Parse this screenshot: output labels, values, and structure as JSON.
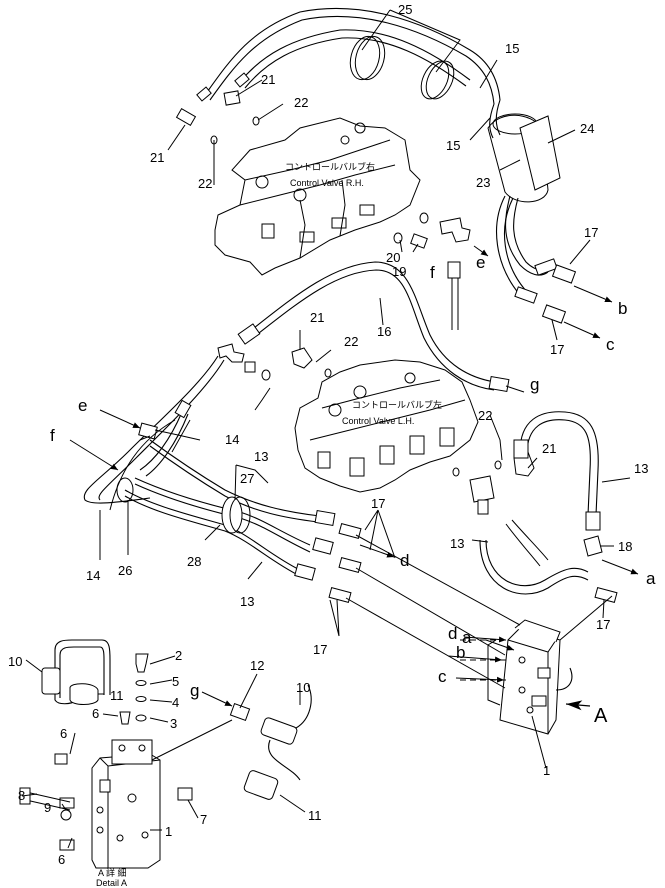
{
  "valves": {
    "rh_jp": "コントロールバルブ右",
    "rh_en": "Control Valve R.H.",
    "lh_jp": "コントロールバルブ左",
    "lh_en": "Control Valve L.H."
  },
  "detail": {
    "jp": "A 詳 細",
    "en": "Detail A"
  },
  "view_arrow": "A",
  "part_numbers": {
    "p1a": "1",
    "p1b": "1",
    "p2": "2",
    "p3": "3",
    "p4": "4",
    "p5": "5",
    "p6a": "6",
    "p6b": "6",
    "p6c": "6",
    "p7": "7",
    "p8": "8",
    "p9": "9",
    "p10a": "10",
    "p10b": "10",
    "p11a": "11",
    "p11b": "11",
    "p12": "12",
    "p13a": "13",
    "p13b": "13",
    "p13c": "13",
    "p13d": "13",
    "p14a": "14",
    "p14b": "14",
    "p15a": "15",
    "p15b": "15",
    "p16": "16",
    "p17a": "17",
    "p17b": "17",
    "p17c": "17",
    "p17d": "17",
    "p17e": "17",
    "p18": "18",
    "p19": "19",
    "p20": "20",
    "p21a": "21",
    "p21b": "21",
    "p21c": "21",
    "p21d": "21",
    "p22a": "22",
    "p22b": "22",
    "p22c": "22",
    "p22d": "22",
    "p23": "23",
    "p24": "24",
    "p25": "25",
    "p26": "26",
    "p27": "27",
    "p28": "28"
  },
  "port_letters": {
    "a1": "a",
    "a2": "a",
    "b1": "b",
    "b2": "b",
    "c1": "c",
    "c2": "c",
    "d1": "d",
    "d2": "d",
    "e1": "e",
    "e2": "e",
    "f1": "f",
    "f2": "f",
    "g1": "g",
    "g2": "g"
  }
}
